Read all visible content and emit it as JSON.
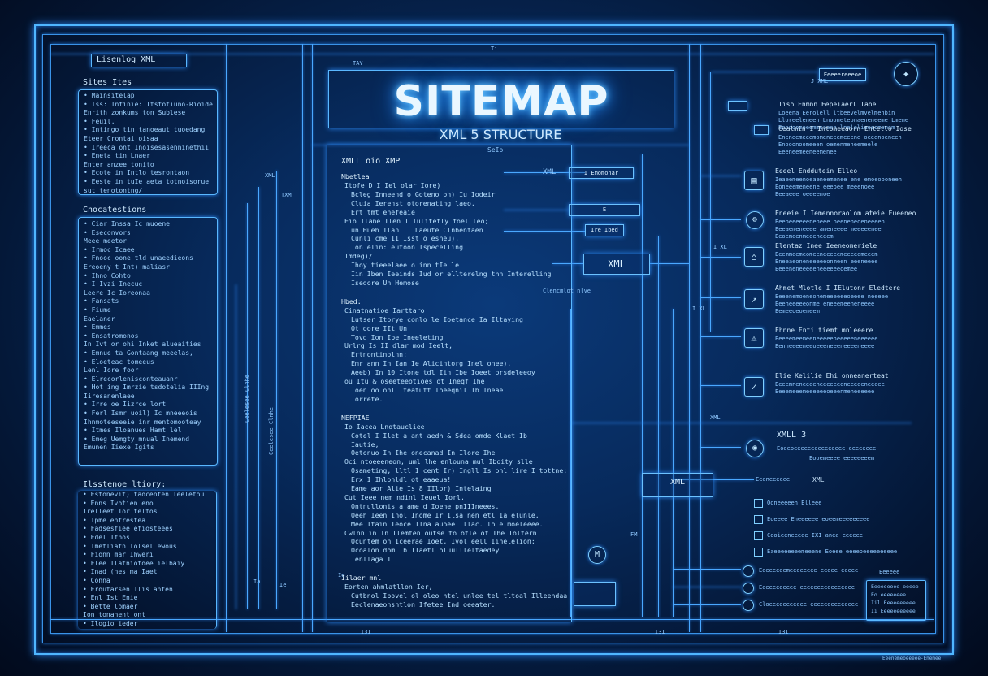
{
  "header": {
    "title": "SITEMAP",
    "subtitle": "XML 5 STRUCTURE",
    "tag_top": "Lisenlog XML"
  },
  "left_panels": [
    {
      "title": "Sites Ites",
      "items": [
        "Mainsitelap",
        "Iss: Intinie: Itstotiuno-Rioide",
        "Enrith zonkums ton Sublese",
        "Feuil.",
        "Intingo tin tanoeaut tuoedang",
        "Eteer Crontai oisaa",
        "Ireeca ont Inoisesasenninethii",
        "Eneta tin Lnaer",
        "Enter anzee tonito",
        "Ecote in Intlo tesrontaon",
        "Eeste in tuIe aeta totnoisorue",
        "sut tenotontng/"
      ]
    },
    {
      "title": "Cnocatestions",
      "items": [
        "Ciar Inssa Ic muoene",
        "Eseconvors",
        "Meee meetor",
        "Irmoc Icaee",
        "Fnooc oone tld unaeedieons",
        "Ereoeny t Int) maliasr",
        "Ihno Cohto",
        "I Ivzi Inecuc",
        "Leere Ic Ioreonaa",
        "Fansats",
        "Fiume",
        "Eaelaner",
        "Emmes",
        "Ensatromonos",
        "In Ivt or ohi Inket alueaities",
        "Emnue ta Gontaang meeelas,",
        "Eloeteac tomeeus",
        "Lenl Iore foor",
        "Elrecorlenisconteauanr",
        "Hot ing Imrzie tsdotelia IIIng",
        "Iiresanenlaee",
        "Irre oe Iizrce lort",
        "Ferl Ismr uoil) Ic mneeeois",
        "Ihnmoteeseeie inr mentomooteay",
        "Itmes Iloanues Hamt lel",
        "Emeg Uemgty mnual Inemend",
        "Emunen Iiexe Igits"
      ]
    },
    {
      "title": "Ilsstenoe ltiory:",
      "items": [
        "Estonevit) taocenten Ieeletou",
        "Enns Ivotien eno",
        "Irelleet Ior teltos",
        "Ipme entrestea",
        "Fadsesfiee efiosteees",
        "Edel Ifhos",
        "Imetliatn lolsel ewous",
        "Fionn mar Ihweri",
        "Flee Ilatniotoee ielbaiy",
        "Inad (nes ma Iaet",
        "Conna",
        "Eroutarsen Ilis anten",
        "Enl Ist Enie",
        "Bette lomaer",
        "Ion tonanent ont",
        "Ilogio ieder"
      ]
    }
  ],
  "main_text": {
    "heading": "XMLL oio XMP",
    "sections": [
      {
        "title": "Nbetlea",
        "lines": [
          "Itofe D I Iel olar Iore)",
          "Bcleg Inneend o Goteno on) Iu Iodeir",
          "Cluia Ierenst otorenating laeo.",
          "Ert tmt enefeaie",
          "Eio Ilane Ilen I Iulitetly foel leo;",
          "un Hueh Ilan II Laeute Clnbentaen",
          "Cunli cme II Isst o esneu),",
          "Ion elin: eutoon Ispecelling",
          "Imdeg)/",
          "Ihoy tieeelaee o inn tIe le",
          "Iin Iben Ieeinds Iud or ellterelng thn Interelling",
          "Isedore Un Hemose"
        ]
      },
      {
        "title": "Hbed:",
        "lines": [
          "Cinatnatioe Iarttaro",
          "Lutser Itorye conlo le Ioetance Ia Iltaying",
          "Ot oore IIt Un",
          "Tovd Ion Ibe Ineeleting",
          "Urlrg Is II dlar mod Ieelt,",
          "Ertnontinolnn:",
          "Emr ann In Ian Ie Alicintorg Inel onee).",
          "Aeeb) In 10 Itone tdl Iin Ibe Ioeet orsdeleeoy",
          "ou Itu & oseeteeotioes ot Ineqf Ihe",
          "Ioen oo onl Iteatutt Ioeeqnil Ib Ineae",
          "Iorrete."
        ]
      },
      {
        "title": "NEFPIAE",
        "lines": [
          "Io Iacea Lnotaucliee",
          "Cotel I Ilet a ant aedh & Sdea omde Klaet Ib",
          "Iautie,",
          "Oetonuo In Ihe onecanad In Ilore Ihe",
          "Oci ntoeeeneon, uml lhe enlouna mul Iboity slle",
          "Osameting, lltl I cent Ir) Ingll Is onl lire I tottne:",
          "Erx I Ihlonldl ot eaaeua!",
          "Eame aor Alie Is 8 IIlor) Intelaing",
          "Cut Ieee nem ndinl Ieuel Iorl,",
          "Ontnullonis a ame d Ioene pnIIIneees.",
          "Oeeh Ieen Inol Inome Ir Ilsa nen etl Ia elunle.",
          "Mee Itain Ieoce IIna auoee Illac. lo e moeleeee.",
          "Cwlnn in In Ilemten outse to otle of Ihe Ioltern",
          "Ocuntem on Iceerae Ioet, Ivol eell Iinelelion:",
          "Ocoalon dom Ib IIaetl oluullleltaedey",
          "Ienllaga I"
        ]
      },
      {
        "title": "Iilaer mnl",
        "lines": [
          "Eorten ahmlatllon  Ier,",
          "Cutbnol Ibovel ol oleo htel unlee tel tltoal Illeendaa",
          "Eeclenaeonsntlon Ifetee Ind oeeater."
        ]
      }
    ]
  },
  "nodes": {
    "xml_label": "XML",
    "n1": "I Emomonar",
    "n2": "E",
    "n3": "Ire Ibed",
    "n4": "XML",
    "n5": "XML",
    "center_note": "Clencmlot nlve",
    "m_icon": "M"
  },
  "right_blocks": [
    {
      "head": "Iiso Enmnn Eepeiaerl Iaoe",
      "lines": [
        "Loeena Eerolell ltbeevelmvelmenbin",
        "Lloreeleneen Lnooneteonaeneneeme Lmene",
        "Enodoomeeemmoaeen lnelelieeeomemom"
      ]
    },
    {
      "head": "Cealmin I Intomeeaorn Entetlo Iose",
      "lines": [
        "Eneneemeeemomeneeemeeene oeeenoeneen",
        "Enooonoomeeem oemenmeneemeele",
        "Eeeneemeeneemenee"
      ]
    },
    {
      "head": "Eeeel Enddutein Elleo",
      "lines": [
        "Ieaeemeenoeaeneemenee ene emoeoooneen",
        "Eoneeemeneene eeeoee meeenoee",
        "Eeeaeee oeeeenoe"
      ]
    },
    {
      "head": "Eneeie I Iemennoraolom ateie Eueeneo",
      "lines": [
        "Eeeoeeeeeeneneee oeeneneoeneeeen",
        "Eeeaemeneeee ameneeee meeeeenee",
        "Eeoemeenmeeeneeem"
      ]
    },
    {
      "head": "Elentaz Inee Ieeneomeriele",
      "lines": [
        "Eeemmeemeomeeneeeeemeeeeemeeem",
        "Eneeaeoneneeeeeonmeen eeeneeee",
        "Eeeeneneeeeeneeeeeeoemee"
      ]
    },
    {
      "head": "Ahmet Mlotle I IElutonr Eledtere",
      "lines": [
        "Eeeenemoeneonemeeeeeeoeeee neeeee",
        "Eeeneeeeeonme eneeemeeneneeee",
        "Eemeeoeoeneem"
      ]
    },
    {
      "head": "Ehnne Enti tiemt mnleeere",
      "lines": [
        "Eeeeemeemeeneeeeeneeeeeneeeeee",
        "Eenneeeeneeoeeeneeeneeeeneeee"
      ]
    },
    {
      "head": "Elie Kelilie Ehi onneanerteat",
      "lines": [
        "Eeeemneneeeeneeeeeeeneeeeeneeeee",
        "Eeeemeeemeeeeeeoeeenmeneeeeee"
      ]
    }
  ],
  "right_lower": {
    "head": "XMLL 3",
    "lines": [
      "Eoeeoeeeeeeeeeeeeeee eeeeeeee",
      "Eooemeeee eeeeeeeem"
    ],
    "tag_small": "Eeeneeeeee",
    "tag_xml": "XML",
    "checks": [
      "Ooneeeeen Elleee",
      "Eoeeee Eneeeeee eoeemeeeeeeeee",
      "Cooieeneeeee IXI anea eeeeee",
      "Eaeeeeeeeemeeene Eoeee eeeeoeeeeeeeeee"
    ],
    "rows": [
      "Eeeeeeeemeeeeeeee eeeee eeeee",
      "Eeeeeeeeeee eeeeeeeeeeeeeeee",
      "Cloeeeeeeeeeee eeeeeeeeeeeeee"
    ],
    "legend_title": "Eeeeee",
    "legend": [
      "Eeeeeeeee eeeee",
      "Eo eeeeeeee",
      "Iil Eeeeeeeeee",
      "Ii Eeeeeeeeeee"
    ],
    "corner": "Eeenemeoeeeee-Enemee"
  },
  "axis_labels": {
    "t1": "Ti",
    "t2": "TAY",
    "t3": "XML",
    "t4": "TXM",
    "t5": "J XML",
    "t6": "I XL",
    "t7": "I XL",
    "t8": "Ia",
    "t9": "Ie",
    "t10": "I3I",
    "t11": "I3I",
    "t12": "I3I",
    "t13": "Ie",
    "t14": "Eeeeereeeoe",
    "t15": "XML",
    "t16": "FM",
    "t17": "Ceelesee Clnhe",
    "t18": "Ceelesee Clnhe",
    "t19": "SeIo"
  },
  "icons": [
    "doc-icon",
    "gear-icon",
    "house-icon",
    "arrow-out-icon",
    "warning-icon",
    "check-icon",
    "target-icon"
  ],
  "colors": {
    "background": "#041634",
    "glow": "#4fb6ff",
    "title": "#eaf7ff"
  }
}
